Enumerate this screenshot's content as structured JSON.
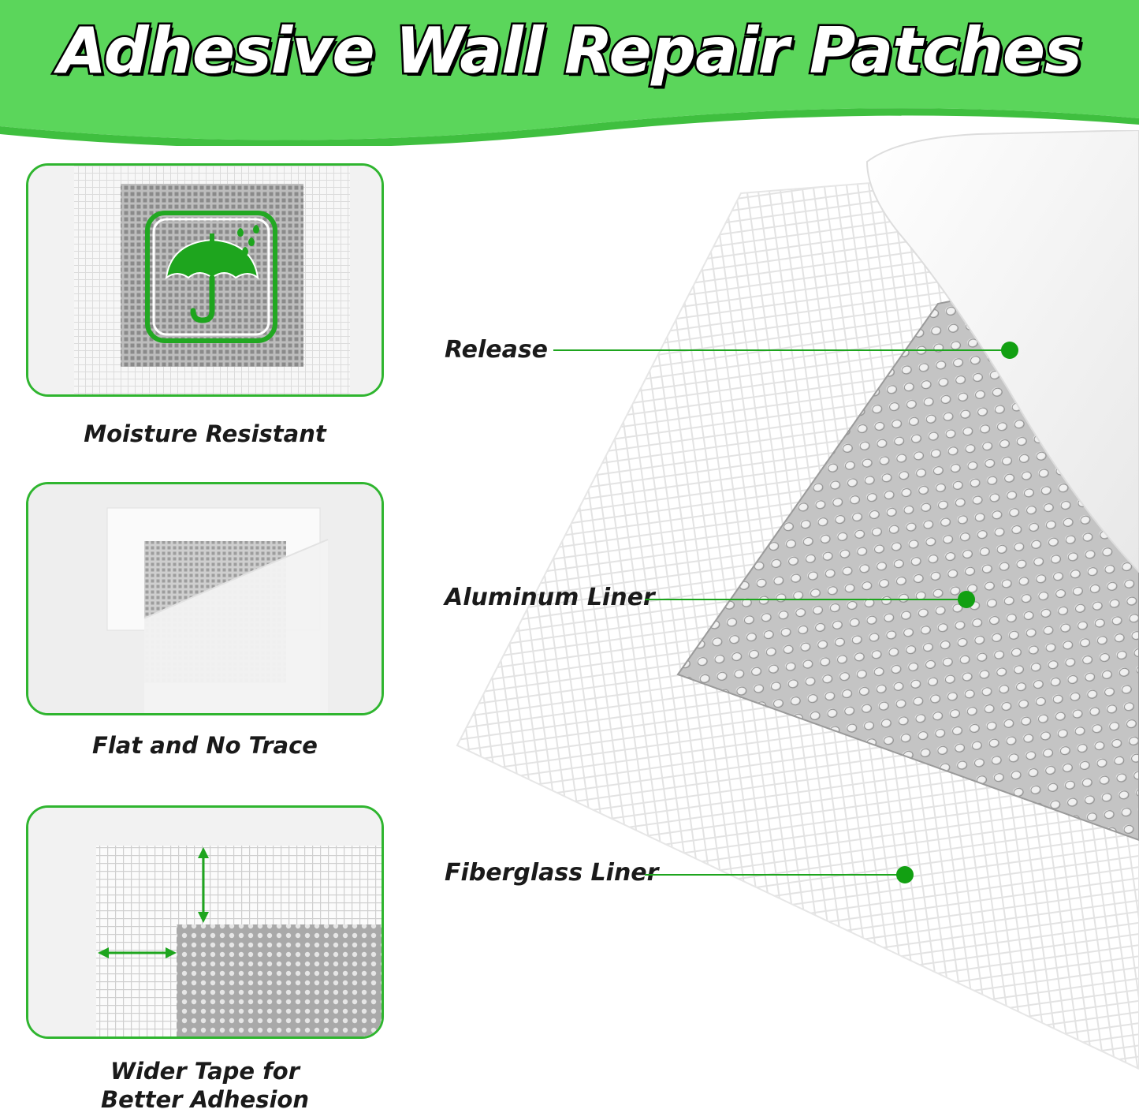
{
  "header": {
    "title": "Adhesive Wall Repair Patches",
    "color": "#5bd65b"
  },
  "features": [
    {
      "caption": "Moisture Resistant",
      "icon": "umbrella-rain-icon"
    },
    {
      "caption": "Flat and No Trace",
      "icon": "patch-peel-icon"
    },
    {
      "caption_line1": "Wider Tape for",
      "caption_line2": "Better Adhesion",
      "icon": "width-arrows-icon"
    }
  ],
  "layers": [
    {
      "label": "Release"
    },
    {
      "label": "Aluminum Liner"
    },
    {
      "label": "Fiberglass Liner"
    }
  ],
  "accent": "#12a012"
}
